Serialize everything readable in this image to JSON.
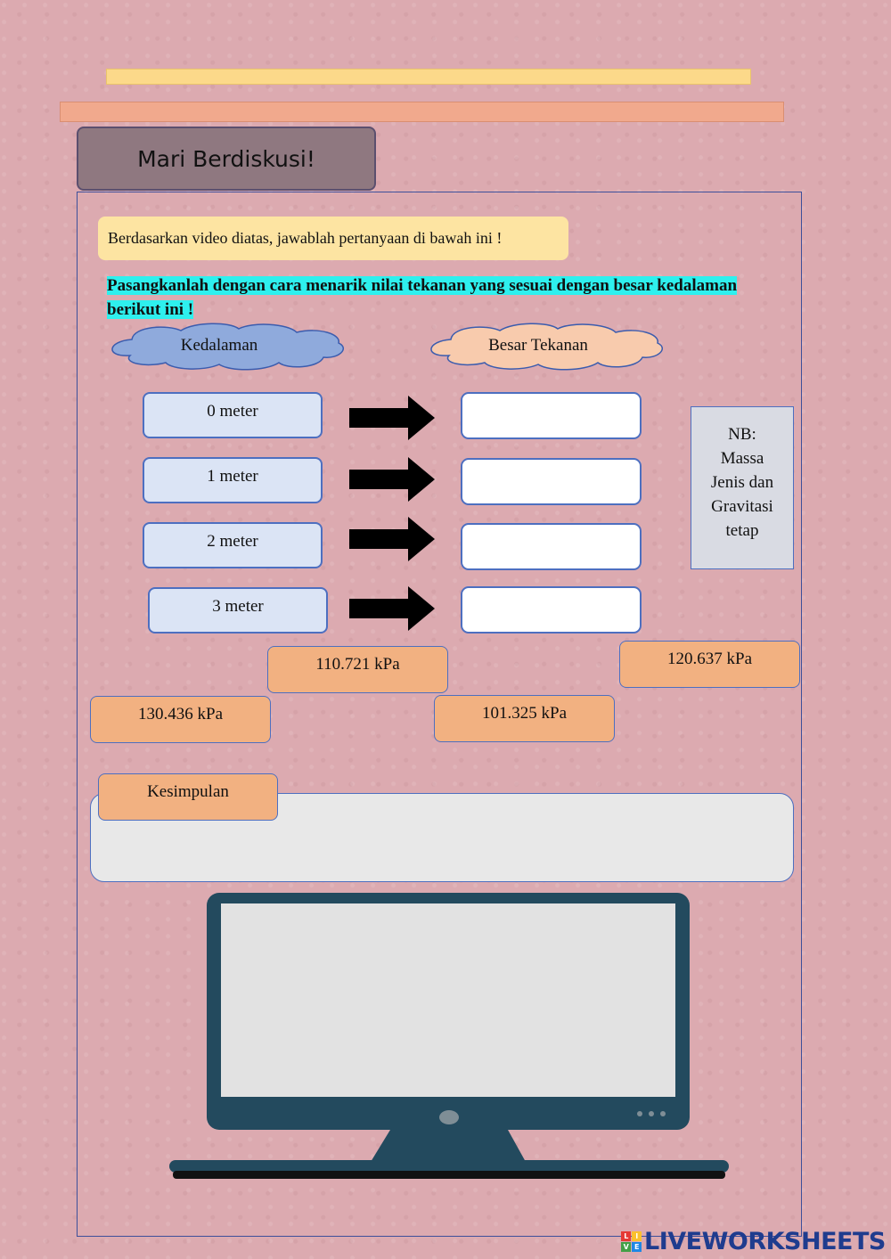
{
  "title": "Mari Berdiskusi!",
  "instruction": "Berdasarkan video diatas, jawablah pertanyaan di bawah ini !",
  "task": {
    "line1": "Pasangkanlah dengan cara menarik nilai tekanan yang sesuai dengan besar kedalaman",
    "line2": "berikut ini !"
  },
  "headers": {
    "depth": "Kedalaman",
    "pressure": "Besar Tekanan"
  },
  "depths": [
    "0 meter",
    "1 meter",
    "2 meter",
    "3 meter"
  ],
  "note": {
    "line1": "NB:",
    "line2": "Massa",
    "line3": "Jenis dan",
    "line4": "Gravitasi",
    "line5": "tetap"
  },
  "pressures": [
    "110.721 kPa",
    "120.637 kPa",
    "130.436 kPa",
    "101.325 kPa"
  ],
  "conclusion_label": "Kesimpulan",
  "brand": {
    "logo_text": "LIVE",
    "name": "LIVEWORKSHEETS"
  },
  "colors": {
    "depth_cloud": "#8faadc",
    "pressure_cloud": "#f8cbad",
    "task_highlight": "#2ef0ee",
    "monitor": "#234a5e",
    "pressure_card": "#f2b181",
    "depth_card": "#dbe4f5"
  }
}
